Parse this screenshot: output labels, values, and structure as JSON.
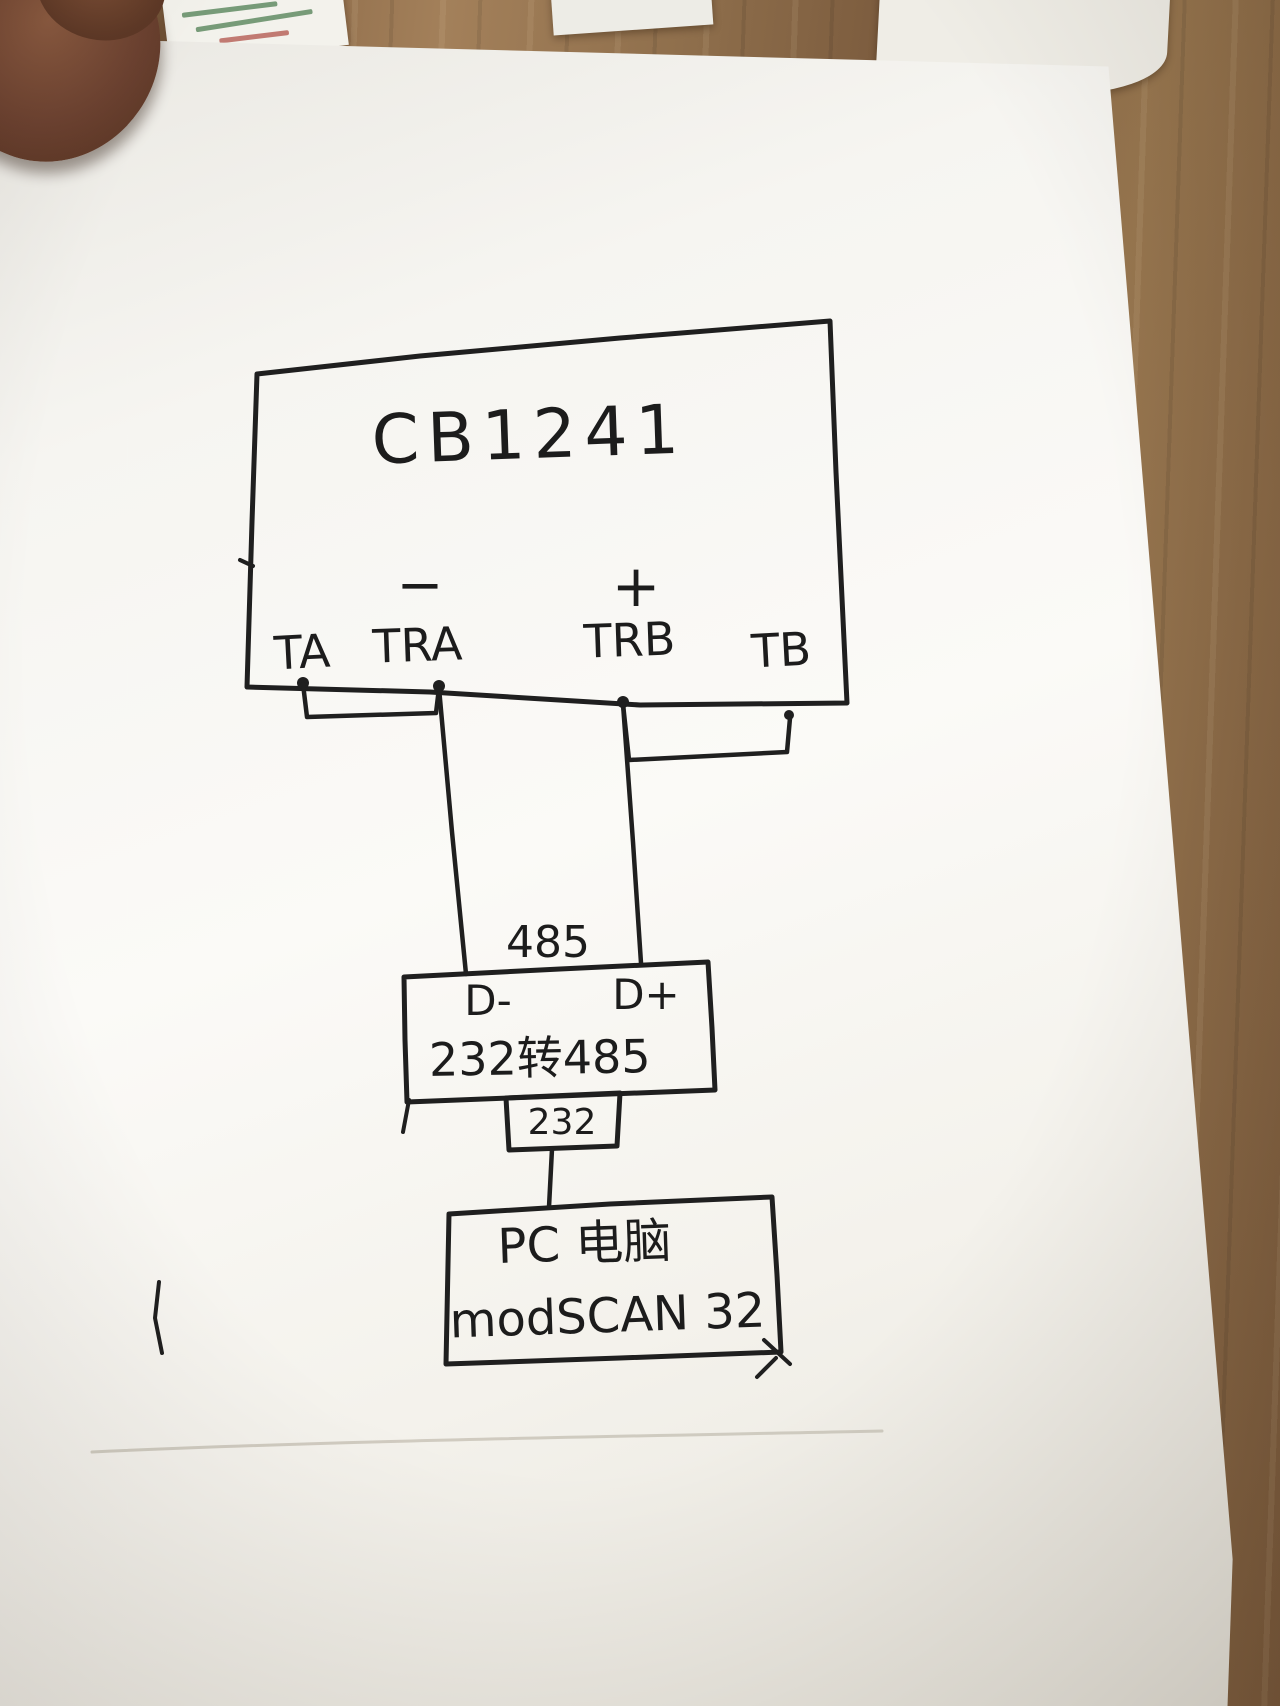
{
  "photo": {
    "ink_color": "#1f1f1f",
    "paper_color": "#f7f6f2",
    "desk_color": "#8a6746"
  },
  "diagram": {
    "device_label": "CB1241",
    "polarity": {
      "minus": "−",
      "plus": "+"
    },
    "terminals": [
      "TA",
      "TRA",
      "TRB",
      "TB"
    ],
    "bus_label": "485",
    "converter": {
      "pin_minus": "D-",
      "pin_plus": "D+",
      "label": "232转485"
    },
    "link_label": "232",
    "pc": {
      "title": "PC 电脑",
      "software": "modSCAN 32"
    }
  }
}
